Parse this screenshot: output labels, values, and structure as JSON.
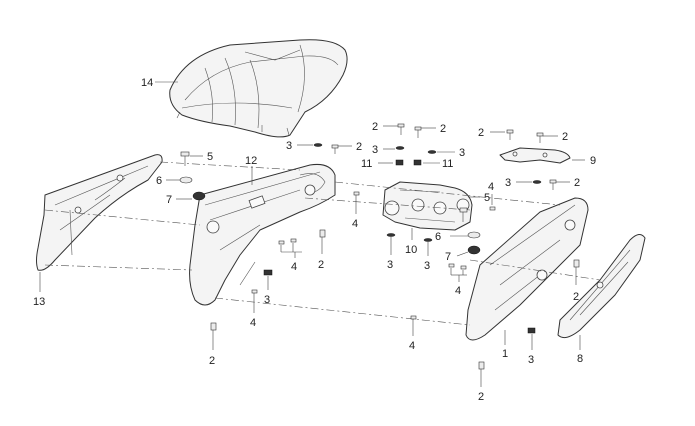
{
  "callouts": {
    "c14": "14",
    "c13": "13",
    "c12": "12",
    "c11a": "11",
    "c11b": "11",
    "c10": "10",
    "c9": "9",
    "c8": "8",
    "c7a": "7",
    "c7b": "7",
    "c6a": "6",
    "c6b": "6",
    "c5a": "5",
    "c5b": "5",
    "c4a": "4",
    "c4b": "4",
    "c4c": "4",
    "c4d": "4",
    "c4e": "4",
    "c4f": "4",
    "c3a": "3",
    "c3b": "3",
    "c3c": "3",
    "c3d": "3",
    "c3e": "3",
    "c3f": "3",
    "c3g": "3",
    "c3h": "3",
    "c2a": "2",
    "c2b": "2",
    "c2c": "2",
    "c2d": "2",
    "c2e": "2",
    "c2f": "2",
    "c2g": "2",
    "c2h": "2",
    "c2i": "2",
    "c2j": "2",
    "c1": "1"
  }
}
